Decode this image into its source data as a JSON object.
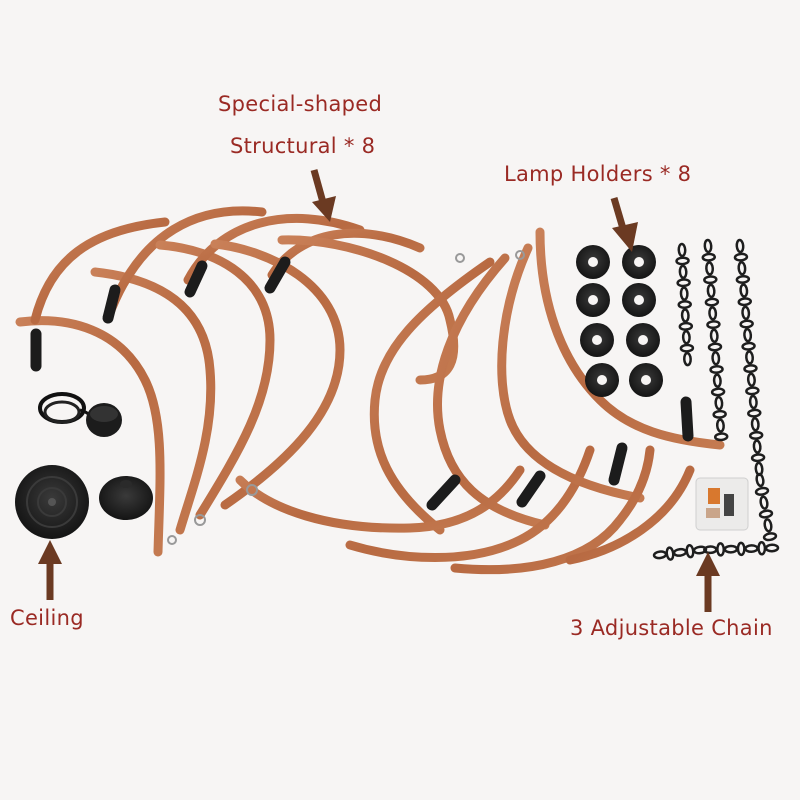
{
  "labels": {
    "structural_line1": "Special-shaped",
    "structural_line2": "Structural * 8",
    "lamp_holders": "Lamp Holders * 8",
    "ceiling": "Ceiling",
    "chain": "3 Adjustable Chain"
  },
  "colors": {
    "background": "#f7f5f4",
    "label_text": "#9a2a24",
    "arrow": "#6b3a22",
    "wood": "#c0724a",
    "wood_dark": "#9a5433",
    "black_part": "#1c1c1c"
  },
  "counts": {
    "structural_pieces": 8,
    "lamp_holders": 8,
    "chains": 3
  }
}
